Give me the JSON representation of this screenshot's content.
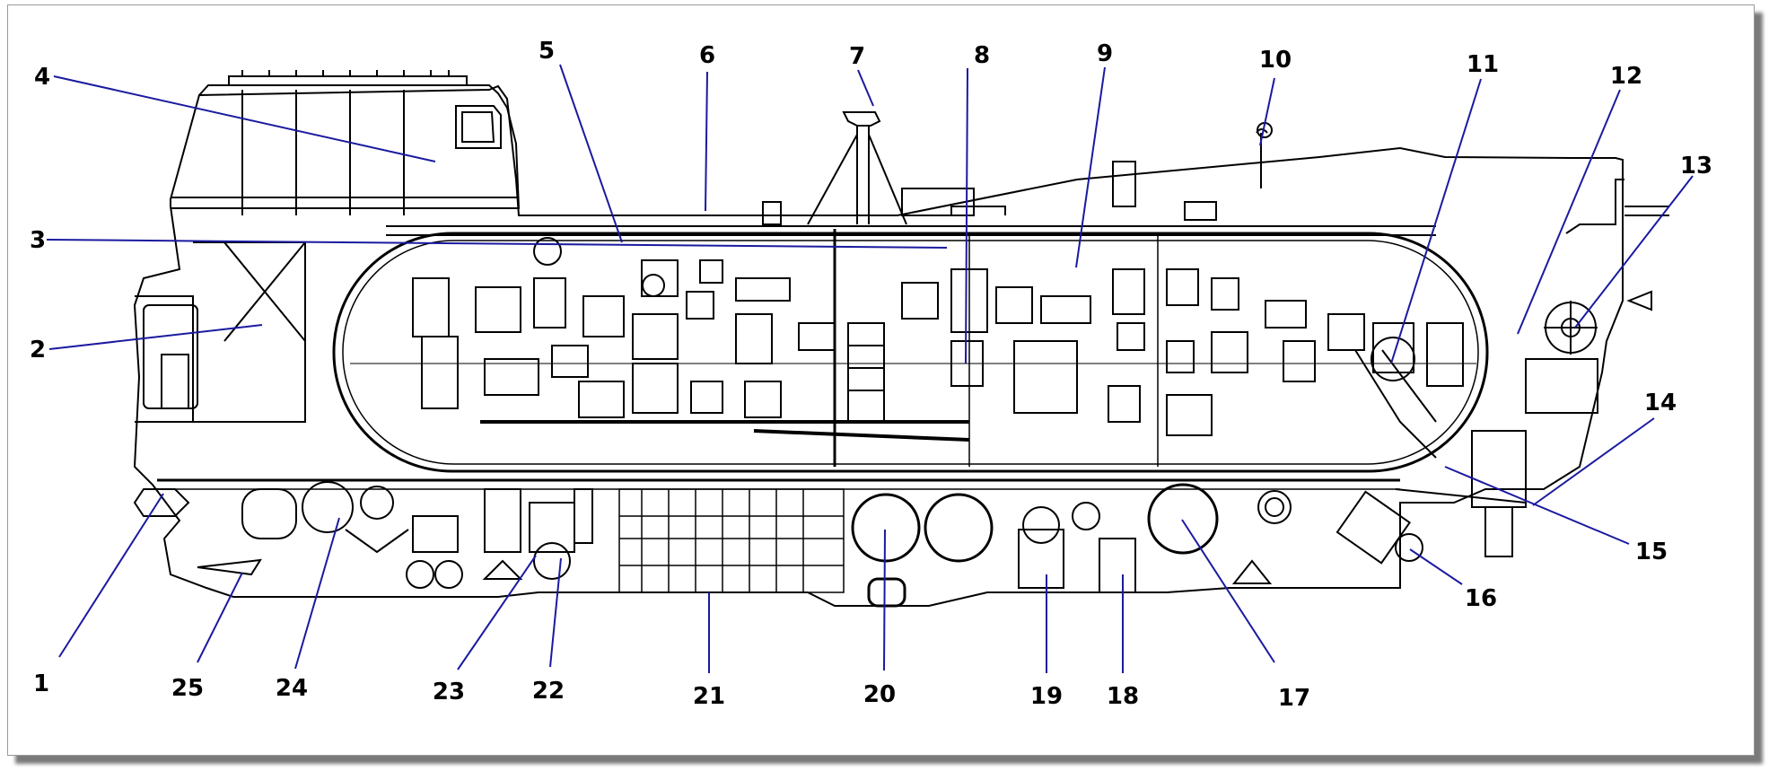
{
  "diagram": {
    "colors": {
      "hull_line": "#000000",
      "leader_line": "#1a1aa0",
      "label_text": "#000000",
      "background": "#ffffff",
      "frame_shadow": "#7a7a7a"
    },
    "callouts": [
      {
        "id": "1",
        "label": "1"
      },
      {
        "id": "2",
        "label": "2"
      },
      {
        "id": "3",
        "label": "3"
      },
      {
        "id": "4",
        "label": "4"
      },
      {
        "id": "5",
        "label": "5"
      },
      {
        "id": "6",
        "label": "6"
      },
      {
        "id": "7",
        "label": "7"
      },
      {
        "id": "8",
        "label": "8"
      },
      {
        "id": "9",
        "label": "9"
      },
      {
        "id": "10",
        "label": "10"
      },
      {
        "id": "11",
        "label": "11"
      },
      {
        "id": "12",
        "label": "12"
      },
      {
        "id": "13",
        "label": "13"
      },
      {
        "id": "14",
        "label": "14"
      },
      {
        "id": "15",
        "label": "15"
      },
      {
        "id": "16",
        "label": "16"
      },
      {
        "id": "17",
        "label": "17"
      },
      {
        "id": "18",
        "label": "18"
      },
      {
        "id": "19",
        "label": "19"
      },
      {
        "id": "20",
        "label": "20"
      },
      {
        "id": "21",
        "label": "21"
      },
      {
        "id": "22",
        "label": "22"
      },
      {
        "id": "23",
        "label": "23"
      },
      {
        "id": "24",
        "label": "24"
      },
      {
        "id": "25",
        "label": "25"
      }
    ]
  }
}
